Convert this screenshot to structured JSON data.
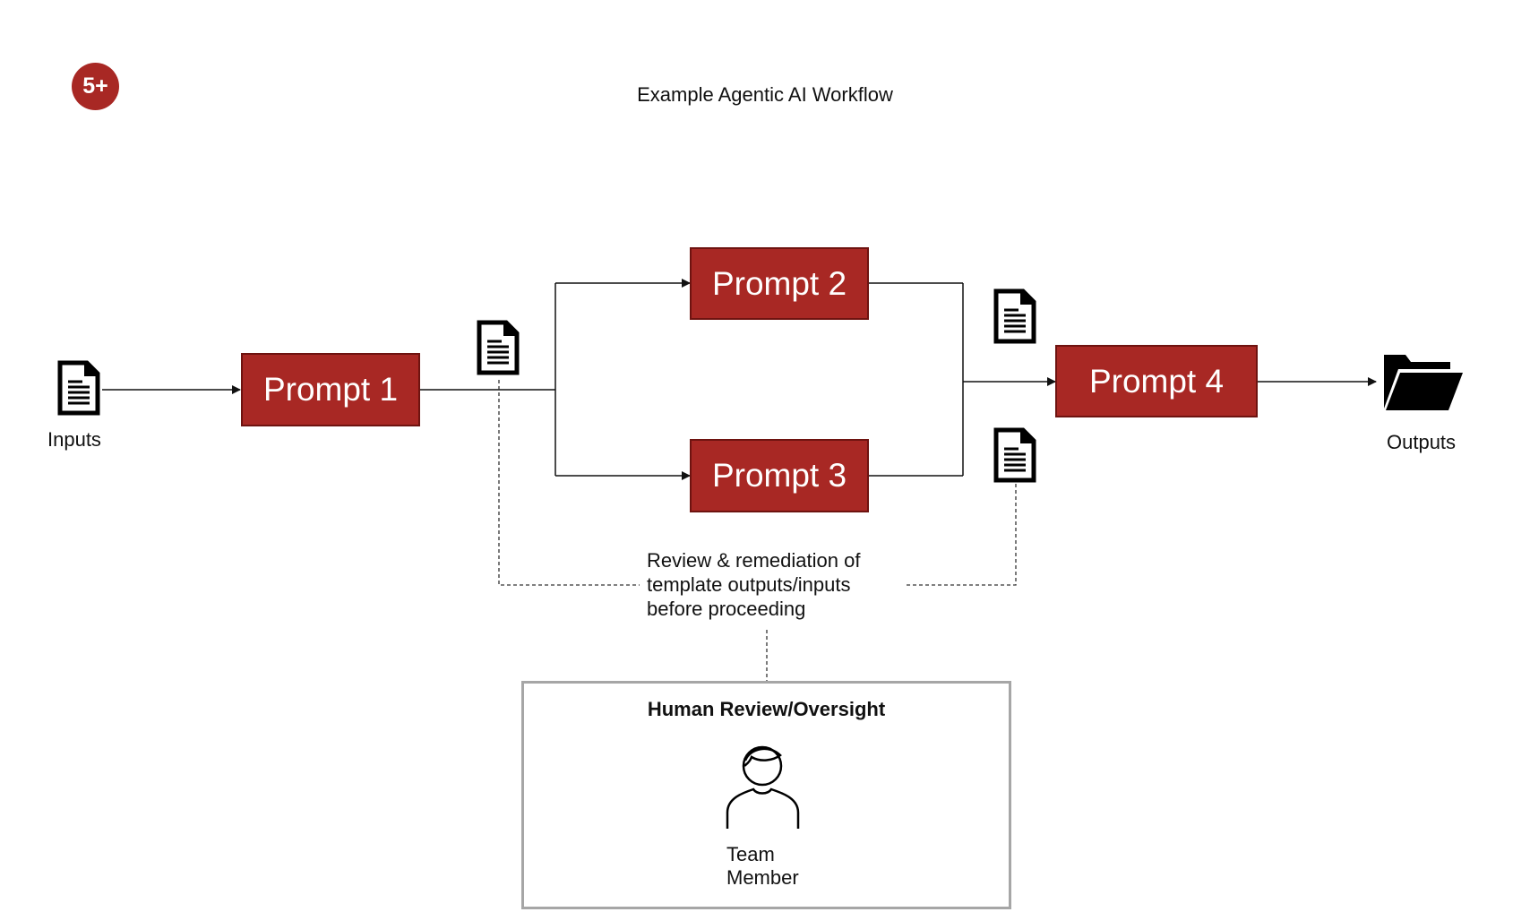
{
  "header": {
    "badge": "5+",
    "title": "Example Agentic AI Workflow"
  },
  "nodes": {
    "inputs_label": "Inputs",
    "outputs_label": "Outputs",
    "prompt1": "Prompt 1",
    "prompt2": "Prompt 2",
    "prompt3": "Prompt 3",
    "prompt4": "Prompt 4"
  },
  "review": {
    "lines": [
      "Review & remediation of",
      "template outputs/inputs",
      "before proceeding"
    ]
  },
  "human": {
    "title": "Human Review/Oversight",
    "member_lines": [
      "Team",
      "Member"
    ]
  },
  "icons": {
    "document": "document-icon",
    "folder": "open-folder-icon",
    "person": "person-icon"
  },
  "colors": {
    "accent": "#a82824",
    "accent_border": "#6e1310",
    "box_border": "#a6a6a6"
  }
}
